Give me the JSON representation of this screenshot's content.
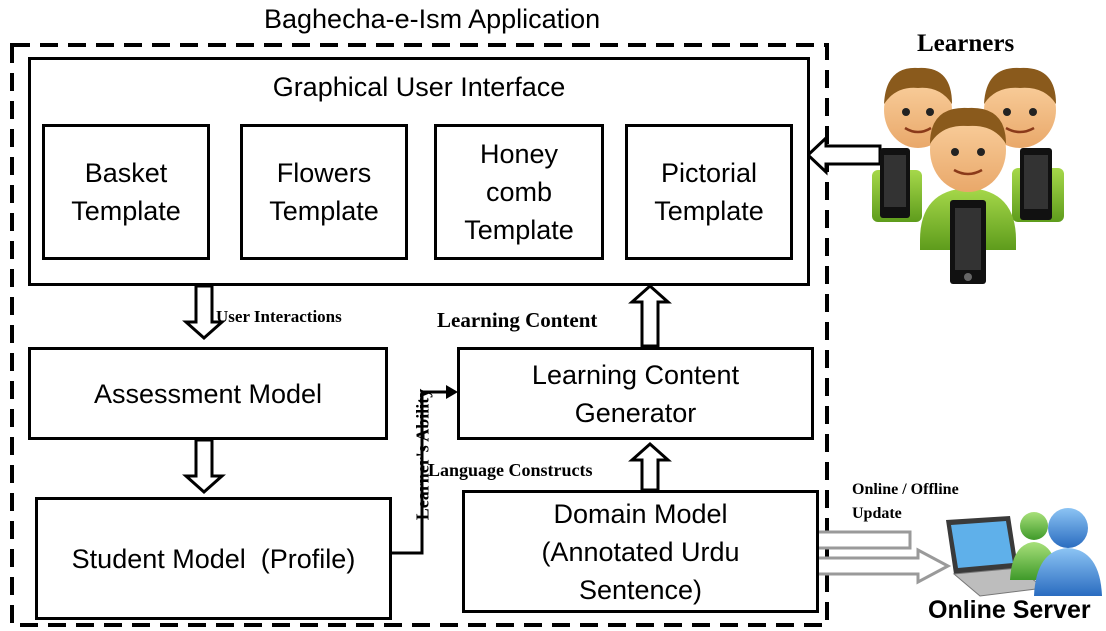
{
  "application_title": "Baghecha-e-Ism Application",
  "gui": {
    "title": "Graphical User Interface",
    "templates": [
      "Basket\nTemplate",
      "Flowers\nTemplate",
      "Honey\ncomb\nTemplate",
      "Pictorial\nTemplate"
    ]
  },
  "modules": {
    "assessment": "Assessment Model",
    "student": "Student Model  (Profile)",
    "generator": "Learning Content\nGenerator",
    "domain": "Domain Model\n(Annotated Urdu\nSentence)"
  },
  "flows": {
    "user_interactions": "User Interactions",
    "learning_content": "Learning Content",
    "learners_ability": "Learner's Ability",
    "language_constructs": "Language Constructs",
    "online_offline_update": "Online / Offline\nUpdate"
  },
  "actors": {
    "learners": "Learners",
    "online_server": "Online Server"
  },
  "colors": {
    "skin": "#f6c08a",
    "hair": "#8a5a1c",
    "shirt": "#7cbc2a",
    "phone": "#111111",
    "arrow_gray": "#9a9a9a",
    "server_blue": "#3a86d8",
    "server_green": "#6cc04a"
  }
}
